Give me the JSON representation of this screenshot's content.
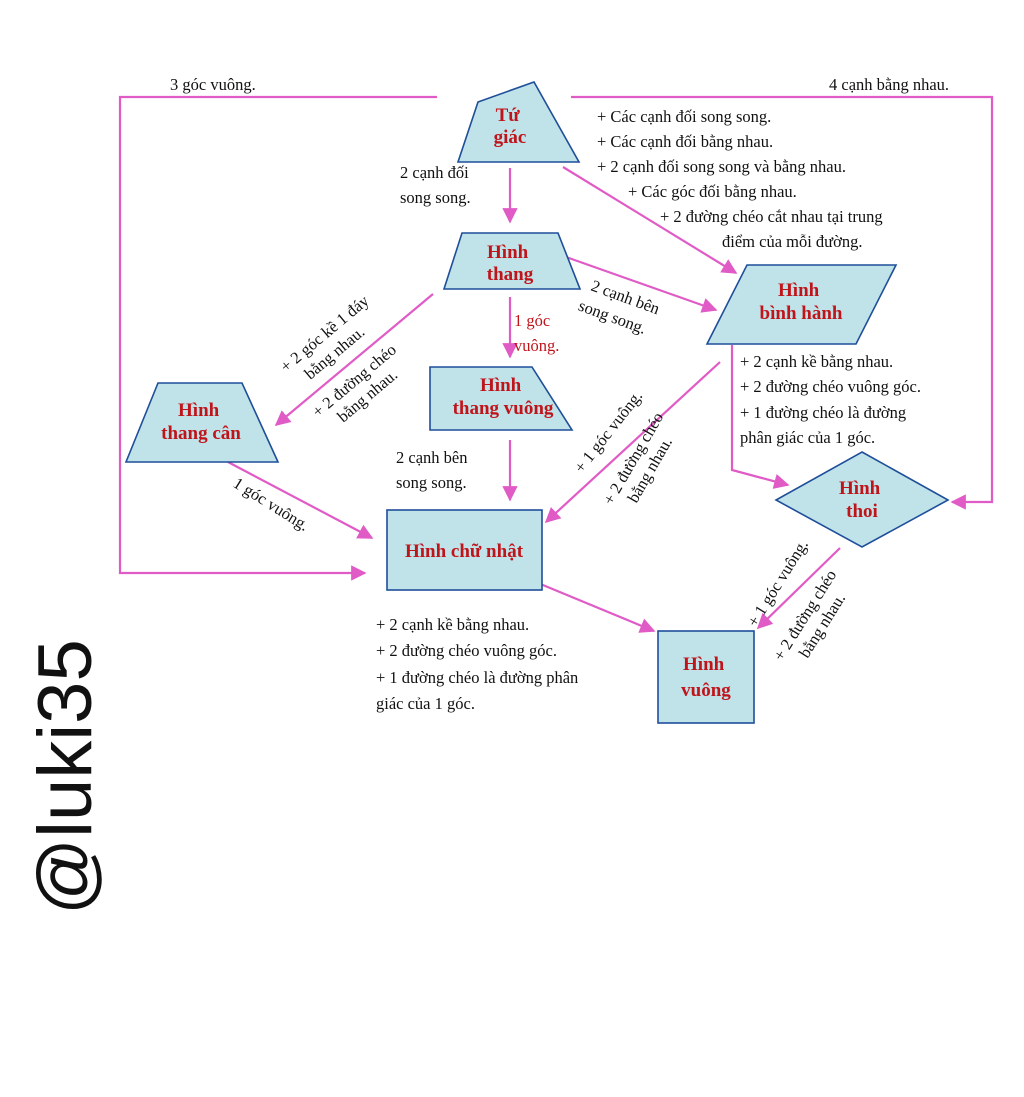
{
  "colors": {
    "shape_fill": "#bfe3e8",
    "shape_stroke": "#1f4e9a",
    "arrow": "#e05bc6",
    "label_red": "#c0141b",
    "text": "#111111"
  },
  "shapes": {
    "tu_giac": [
      "Tứ",
      "giác"
    ],
    "hinh_thang": [
      "Hình",
      "thang"
    ],
    "hinh_binh_hanh": [
      "Hình",
      "bình hành"
    ],
    "hinh_thang_can": [
      "Hình",
      "thang cân"
    ],
    "hinh_thang_vuong": [
      "Hình",
      "thang vuông"
    ],
    "hinh_chu_nhat": [
      "Hình chữ nhật"
    ],
    "hinh_thoi": [
      "Hình",
      "thoi"
    ],
    "hinh_vuong": [
      "Hình",
      "vuông"
    ]
  },
  "conditions": {
    "ba_goc_vuong": "3 góc vuông.",
    "bon_canh_bang_nhau": "4 cạnh bằng nhau.",
    "tugiac_to_thang": [
      "2 cạnh đối",
      "song song."
    ],
    "tugiac_to_binhhanh": [
      "+ Các cạnh đối song song.",
      "+ Các cạnh đối bằng nhau.",
      "+ 2 cạnh đối song song và bằng nhau.",
      "+ Các góc đối bằng nhau.",
      "+ 2 đường chéo cắt nhau tại trung",
      "điểm của mỗi đường."
    ],
    "thang_to_thangvuong": [
      "1 góc",
      "vuông."
    ],
    "thang_to_binhhanh": [
      "2 cạnh bên",
      "song song."
    ],
    "thang_to_thangcan_a": [
      "+ 2 góc kề 1 đáy",
      "bằng nhau."
    ],
    "thang_to_thangcan_b": [
      "+ 2 đường chéo",
      "bằng nhau."
    ],
    "binhhanh_to_thoi": [
      "+ 2 cạnh kề bằng nhau.",
      "+ 2 đường chéo vuông góc.",
      "+ 1 đường chéo là đường",
      "phân giác của 1 góc."
    ],
    "thangvuong_to_chunhat": [
      "2 cạnh bên",
      "song song."
    ],
    "binhhanh_to_chunhat_a": "+ 1 góc vuông.",
    "binhhanh_to_chunhat_b": [
      "+ 2 đường chéo",
      "bằng nhau."
    ],
    "thangcan_to_chunhat": "1 góc vuông.",
    "chunhat_to_vuong": [
      "+ 2 cạnh kề bằng nhau.",
      "+ 2 đường chéo vuông góc.",
      "+ 1 đường chéo là đường phân",
      "giác của 1 góc."
    ],
    "thoi_to_vuong_a": "+ 1 góc vuông.",
    "thoi_to_vuong_b": [
      "+ 2 đường chéo",
      "bằng nhau."
    ]
  },
  "watermark": "@luki35"
}
